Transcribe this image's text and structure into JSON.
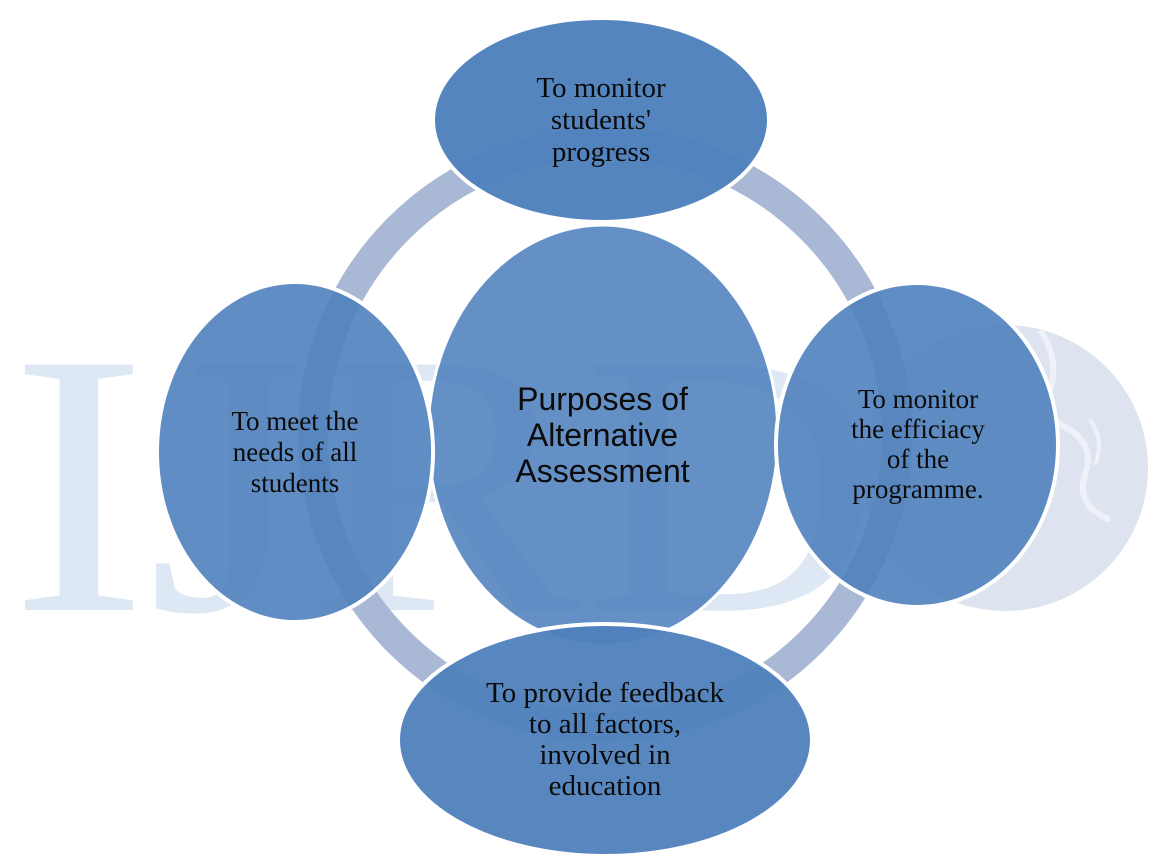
{
  "diagram": {
    "center": {
      "label": "Purposes of\nAlternative\nAssessment"
    },
    "nodes": [
      {
        "id": "top",
        "label": "To monitor\nstudents'\nprogress"
      },
      {
        "id": "right",
        "label": "To monitor\nthe efficiacy\nof the\nprogramme."
      },
      {
        "id": "bottom",
        "label": "To provide feedback\nto all factors,\ninvolved in\neducation"
      },
      {
        "id": "left",
        "label": "To meet the\nneeds of all\nstudents"
      }
    ]
  },
  "watermark": {
    "text": "IJRD"
  },
  "colors": {
    "node_fill": "#4f81bd",
    "node_stroke": "#ffffff",
    "ring": "#a7b7d3",
    "watermark": "#dfe9f5",
    "globe": "#dce3ef"
  }
}
